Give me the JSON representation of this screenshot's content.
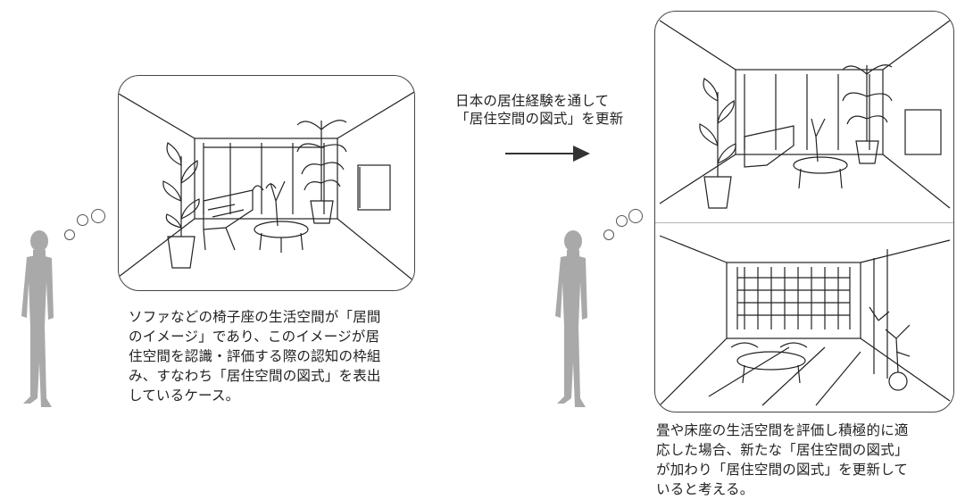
{
  "arrow_label": {
    "line1": "日本の居住経験を通して",
    "line2": "「居住空間の図式」を更新"
  },
  "left_caption": {
    "lines": [
      "ソファなどの椅子座の生活空間が「居間",
      "のイメージ」であり、このイメージが居",
      "住空間を認識・評価する際の認知の枠組",
      "み、すなわち「居住空間の図式」を表出",
      "しているケース。"
    ]
  },
  "right_caption": {
    "lines": [
      "畳や床座の生活空間を評価し積極的に適",
      "応した場合、新たな「居住空間の図式」",
      "が加わり「居住空間の図式」を更新して",
      "いると考える。"
    ]
  },
  "colors": {
    "person": "#a9a9a9",
    "line": "#222222",
    "arrow": "#333333"
  }
}
